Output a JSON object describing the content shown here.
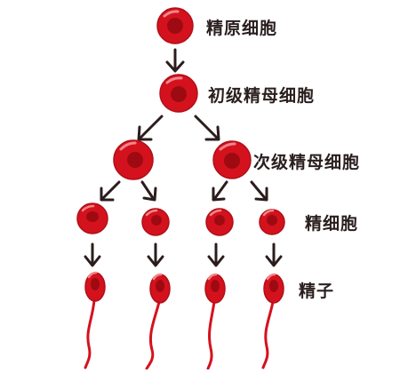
{
  "labels": {
    "spermatogonium": "精原细胞",
    "primary_spermatocyte": "初级精母细胞",
    "secondary_spermatocyte": "次级精母细胞",
    "spermatid": "精细胞",
    "sperm": "精子"
  },
  "colors": {
    "cell_body": "#d4121d",
    "cell_edge": "#b00f18",
    "nucleus": "#9e0a12",
    "highlight": "#f2868b",
    "arrow": "#2b1d1d",
    "tail": "#d4121d",
    "text": "#2a1e1e"
  }
}
